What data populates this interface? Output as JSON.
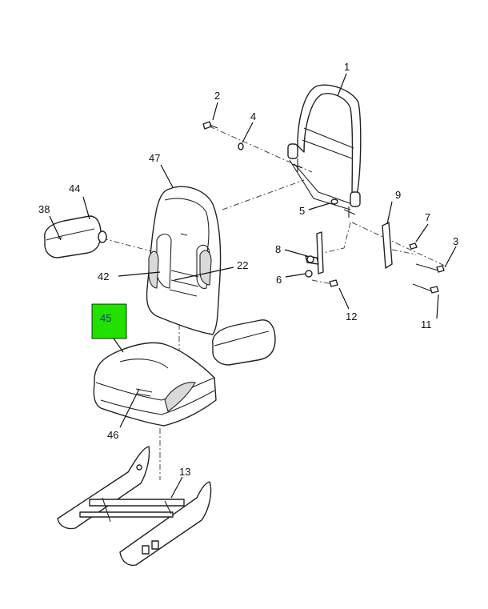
{
  "highlight": {
    "part": "45",
    "color": "#22e000",
    "label_color": "#1a3a8a"
  },
  "callouts": [
    {
      "id": "c1",
      "text": "1"
    },
    {
      "id": "c2",
      "text": "2"
    },
    {
      "id": "c3",
      "text": "3"
    },
    {
      "id": "c4",
      "text": "4"
    },
    {
      "id": "c5",
      "text": "5"
    },
    {
      "id": "c6",
      "text": "6"
    },
    {
      "id": "c7",
      "text": "7"
    },
    {
      "id": "c8",
      "text": "8"
    },
    {
      "id": "c9",
      "text": "9"
    },
    {
      "id": "c11",
      "text": "11"
    },
    {
      "id": "c12",
      "text": "12"
    },
    {
      "id": "c13",
      "text": "13"
    },
    {
      "id": "c22",
      "text": "22"
    },
    {
      "id": "c38",
      "text": "38"
    },
    {
      "id": "c42",
      "text": "42"
    },
    {
      "id": "c44",
      "text": "44"
    },
    {
      "id": "c45",
      "text": "45"
    },
    {
      "id": "c46",
      "text": "46"
    },
    {
      "id": "c47",
      "text": "47"
    }
  ]
}
